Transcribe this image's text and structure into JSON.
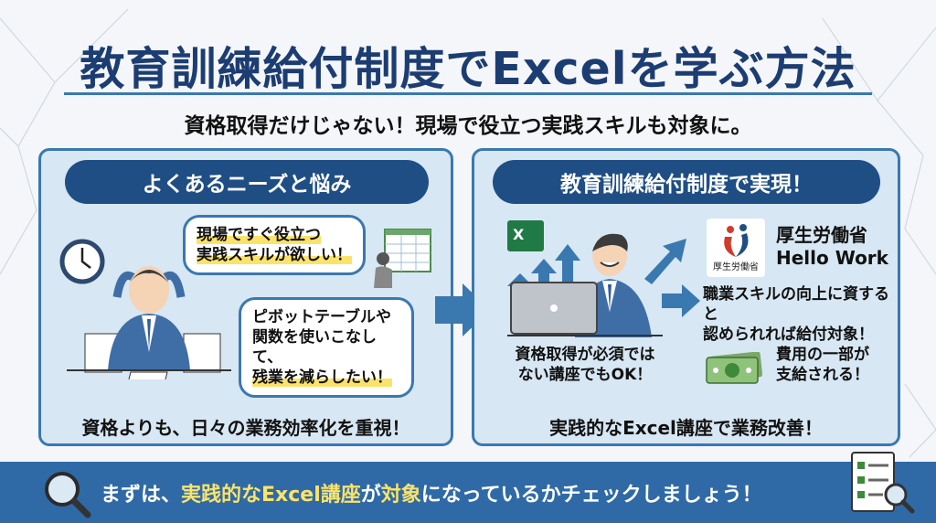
{
  "title": "教育訓練給付制度でExcelを学ぶ方法",
  "subtitle": "資格取得だけじゃない！現場で役立つ実践スキルも対象に。",
  "left_panel": {
    "header": "よくあるニーズと悩み",
    "bubble1_line1": "現場ですぐ役立つ",
    "bubble1_line2": "実践スキルが欲しい！",
    "bubble2_line1": "ピボットテーブルや",
    "bubble2_line2": "関数を使いこなして、",
    "bubble2_line3": "残業を減らしたい！",
    "caption": "資格よりも、日々の業務効率化を重視！"
  },
  "right_panel": {
    "header": "教育訓練給付制度で実現！",
    "logo_text": "厚生労働省",
    "org_line1": "厚生労働省",
    "org_line2": "Hello Work",
    "benefit1_line1": "職業スキルの向上に資すると",
    "benefit1_line2": "認められれば給付対象！",
    "course_line1": "資格取得が必須では",
    "course_line2": "ない講座でもOK！",
    "benefit2_line1": "費用の一部が",
    "benefit2_line2": "支給される！",
    "caption": "実践的なExcel講座で業務改善！",
    "excel_letter": "X"
  },
  "bottom_bar": {
    "part1": "まずは、",
    "part2": "実践的なExcel講座",
    "part3": "が",
    "part4": "対象",
    "part5": "になっているかチェックしましょう！"
  },
  "colors": {
    "navy": "#1f4e85",
    "panel": "#d7e7f3",
    "border": "#3a78b0",
    "bar": "#2f6aa6",
    "highlight": "#fbe36a"
  }
}
